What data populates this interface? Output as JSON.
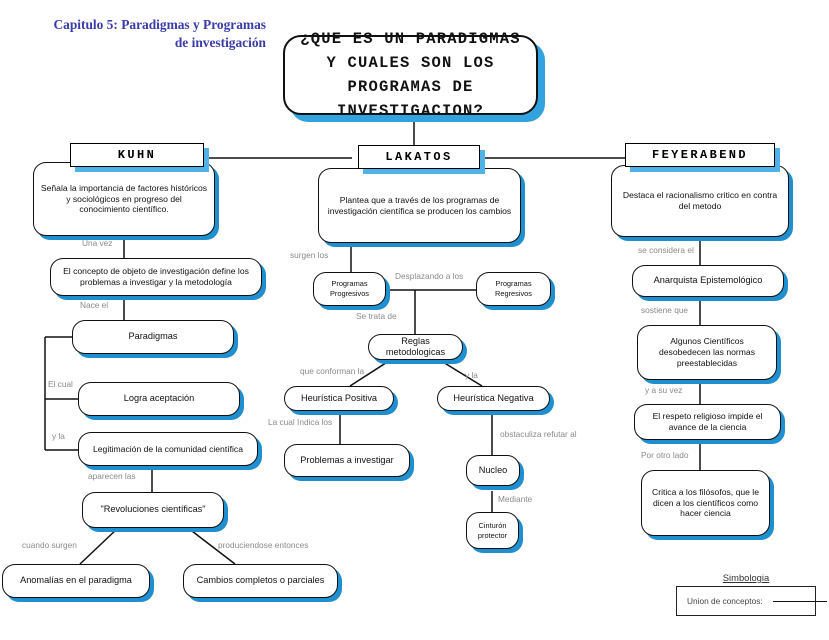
{
  "title": {
    "line1": "Capitulo 5:  Paradigmas y Programas",
    "line2": "de investigación"
  },
  "root": {
    "text": "¿QUE ES UN PARADIGMAS Y CUALES SON LOS PROGRAMAS DE INVESTIGACION?"
  },
  "branches": {
    "kuhn": {
      "header": "KUHN",
      "nodes": {
        "desc": "Señala  la importancia de factores históricos y sociológicos en progreso del conocimiento científico.",
        "concepto": "El concepto de objeto de investigación define los problemas  a investigar y la metodología",
        "paradigmas": "Paradigmas",
        "aceptacion": "Logra aceptación",
        "legitimacion": "Legitimación de la comunidad científica",
        "revoluciones": "\"Revoluciones científicas\"",
        "anomalias": "Anomalías en el paradigma",
        "cambios": "Cambios completos o parciales"
      },
      "labels": {
        "una_vez": "Una vez",
        "nace_el": "Nace  el",
        "el_cual": "El cual",
        "y_la": "y  la",
        "aparecen_las": "aparecen las",
        "cuando_surgen": "cuando surgen",
        "produciendose": "produciendose entonces"
      }
    },
    "lakatos": {
      "header": "LAKATOS",
      "nodes": {
        "desc": "Plantea que a través de los programas  de investigación científica se producen los cambios",
        "progresivos": "Programas Progresivos",
        "regresivos": "Programas Regresivos",
        "reglas": "Reglas metodologicas",
        "heur_pos": "Heurística Positiva",
        "heur_neg": "Heurística  Negativa",
        "problemas": "Problemas a investigar",
        "nucleo": "Nucleo",
        "cinturon": "Cinturón protector"
      },
      "labels": {
        "surgen_los": "surgen los",
        "desplazando": "Desplazando a  los",
        "se_trata_de": "Se trata de",
        "que_conforman": "que conforman la",
        "y_la": "y la",
        "la_cual_indica": "La cual Indica los",
        "obstaculiza": "obstaculiza refutar al",
        "mediante": "Mediante"
      }
    },
    "feyerabend": {
      "header": "FEYERABEND",
      "nodes": {
        "desc": "Destaca el racionalismo critico en contra del metodo",
        "anarquista": "Anarquista  Epistemológico",
        "cientificos": "Algunos Científicos desobedecen las normas preestablecidas",
        "respeto": "El respeto religioso impide el avance de la ciencia",
        "critica": "Critica a los filósofos, que le dicen a los científicos como hacer ciencia"
      },
      "labels": {
        "se_considera": "se considera el",
        "sostiene_que": "sostiene  que",
        "y_a_su_vez": "y  a su vez",
        "por_otro_lado": "Por otro lado"
      }
    }
  },
  "legend": {
    "caption": "Simbologia",
    "item_label": "Union de conceptos:"
  },
  "colors": {
    "shadow": "#1f8fd0",
    "shadow_light": "#4fb3e8",
    "title": "#3a3aa8",
    "label": "#8a8a8a",
    "outline": "#111111"
  }
}
